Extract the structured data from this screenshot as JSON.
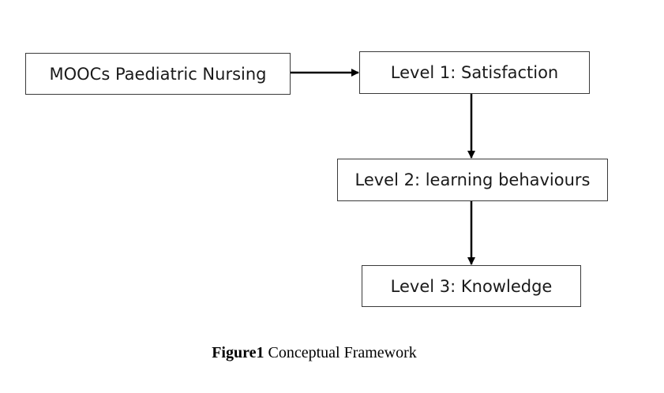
{
  "diagram": {
    "nodes": [
      {
        "id": "moocs",
        "label": "MOOCs Paediatric Nursing"
      },
      {
        "id": "level1",
        "label": "Level 1: Satisfaction"
      },
      {
        "id": "level2",
        "label": "Level 2: learning behaviours"
      },
      {
        "id": "level3",
        "label": "Level 3: Knowledge"
      }
    ],
    "edges": [
      {
        "from": "moocs",
        "to": "level1"
      },
      {
        "from": "level1",
        "to": "level2"
      },
      {
        "from": "level2",
        "to": "level3"
      }
    ]
  },
  "caption": {
    "label": "Figure1",
    "text": "Conceptual Framework"
  }
}
